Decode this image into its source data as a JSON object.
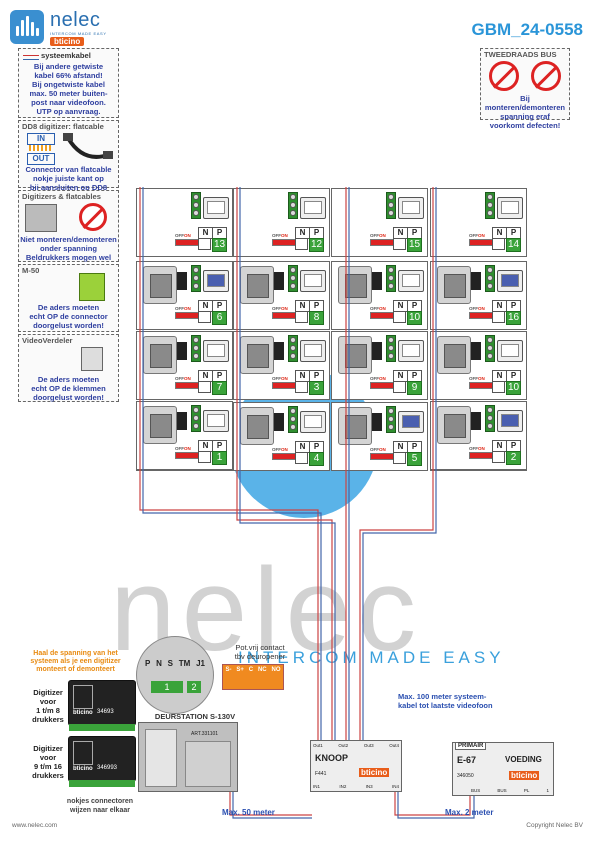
{
  "header": {
    "brand": "nelec",
    "brand_tagline": "INTERCOM MADE EASY",
    "partner_brand": "bticino",
    "doc_code": "GBM_24-0558"
  },
  "notes": {
    "systeemkabel": {
      "title": "systeemkabel",
      "lines": [
        "Bij andere getwiste",
        "kabel 66% afstand!",
        "Bij ongetwiste kabel",
        "max. 50 meter buiten-",
        "post naar videofoon.",
        "UTP op aanvraag."
      ]
    },
    "dd8": {
      "title": "DD8 digitizer: flatcable",
      "in_label": "IN",
      "out_label": "OUT",
      "lines": [
        "Connector van flatcable",
        "nokje juiste kant op",
        "bij aansluiten op DD8"
      ]
    },
    "digitizers": {
      "title": "Digitizers & flatcables",
      "lines": [
        "Niet monteren/demonteren",
        "onder spanning",
        "Beldrukkers mogen wel"
      ]
    },
    "m50": {
      "title": "M-50",
      "lines": [
        "De aders moeten",
        "echt OP de connector",
        "doorgelust worden!"
      ]
    },
    "videoverdeler": {
      "title": "VideoVerdeler",
      "lines": [
        "De aders moeten",
        "echt OP de klemmen",
        "doorgelust worden!"
      ]
    },
    "tweedraads": {
      "title": "TWEEDRAADS BUS",
      "lines": [
        "Bij monteren/demonteren",
        "spanning eraf",
        "voorkomt defecten!"
      ]
    },
    "warning_power": {
      "lines": [
        "Haal de spanning van het",
        "systeem als je een digitizer",
        "monteert of demonteert"
      ]
    },
    "max100": {
      "lines": [
        "Max. 100 meter systeem-",
        "kabel tot laatste videofoon"
      ]
    }
  },
  "grid": {
    "off_label": "OFF",
    "on_label": "ON",
    "n_label": "N",
    "p_label": "P",
    "apartments": [
      {
        "num": "13",
        "col": 0,
        "row": 0,
        "dig": false,
        "blue": false
      },
      {
        "num": "12",
        "col": 1,
        "row": 0,
        "dig": false,
        "blue": false
      },
      {
        "num": "15",
        "col": 2,
        "row": 0,
        "dig": false,
        "blue": false
      },
      {
        "num": "14",
        "col": 3,
        "row": 0,
        "dig": false,
        "blue": false
      },
      {
        "num": "6",
        "col": 0,
        "row": 1,
        "dig": true,
        "blue": true
      },
      {
        "num": "8",
        "col": 1,
        "row": 1,
        "dig": true,
        "blue": false
      },
      {
        "num": "10",
        "col": 2,
        "row": 1,
        "dig": true,
        "blue": false
      },
      {
        "num": "16",
        "col": 3,
        "row": 1,
        "dig": true,
        "blue": true
      },
      {
        "num": "7",
        "col": 0,
        "row": 2,
        "dig": true,
        "blue": false
      },
      {
        "num": "3",
        "col": 1,
        "row": 2,
        "dig": true,
        "blue": false
      },
      {
        "num": "9",
        "col": 2,
        "row": 2,
        "dig": true,
        "blue": false
      },
      {
        "num": "10",
        "col": 3,
        "row": 2,
        "dig": true,
        "blue": false
      },
      {
        "num": "3",
        "col": 0,
        "row": 3,
        "dig": true,
        "blue": false
      },
      {
        "num": "4",
        "col": 1,
        "row": 3,
        "dig": true,
        "blue": false
      },
      {
        "num": "5",
        "col": 2,
        "row": 3,
        "dig": true,
        "blue": true
      },
      {
        "num": "8",
        "col": 3,
        "row": 3,
        "dig": true,
        "blue": false
      },
      {
        "num": "1",
        "col": 0,
        "row": 4,
        "dig": true,
        "blue": false
      },
      {
        "num": "2",
        "col": 3,
        "row": 4,
        "dig": true,
        "blue": true
      }
    ]
  },
  "bottom": {
    "digitizer1": [
      "Digitizer",
      "voor",
      "1 t/m 8",
      "drukkers"
    ],
    "digitizer2": [
      "Digitizer",
      "voor",
      "9 t/m 16",
      "drukkers"
    ],
    "dig_code1": "34693",
    "dig_code2": "346993",
    "brand_small": "bticino",
    "nokjes": [
      "nokjes connectoren",
      "wijzen naar elkaar"
    ],
    "terminal_labels": [
      "P",
      "N",
      "S",
      "TM",
      "J1"
    ],
    "terminal_number": "1",
    "terminal_jumper": "2",
    "potvrij": [
      "Pot.vrij contact",
      "tbv deuropener"
    ],
    "relay_labels": [
      "S-",
      "S+",
      "C",
      "NC",
      "NO"
    ],
    "deurstation": "DEURSTATION S-130V",
    "deurstation_code": "ART.331101",
    "knoop": "KNOOP",
    "knoop_code": "F441",
    "knoop_ports": [
      "Out1",
      "Out2",
      "Out3",
      "Out4"
    ],
    "knoop_inputs": [
      "IN1",
      "IN2",
      "IN3",
      "IN4"
    ],
    "primair": "PRIMAIR",
    "voeding_model": "E-67",
    "voeding": "VOEDING",
    "voeding_code": "346050",
    "voeding_term": [
      "BUS",
      "BUS",
      "PL",
      "1"
    ],
    "max50": "Max. 50 meter",
    "max2": "Max. 2 meter"
  },
  "footer": {
    "url": "www.nelec.com",
    "copyright": "Copyright Nelec BV"
  }
}
